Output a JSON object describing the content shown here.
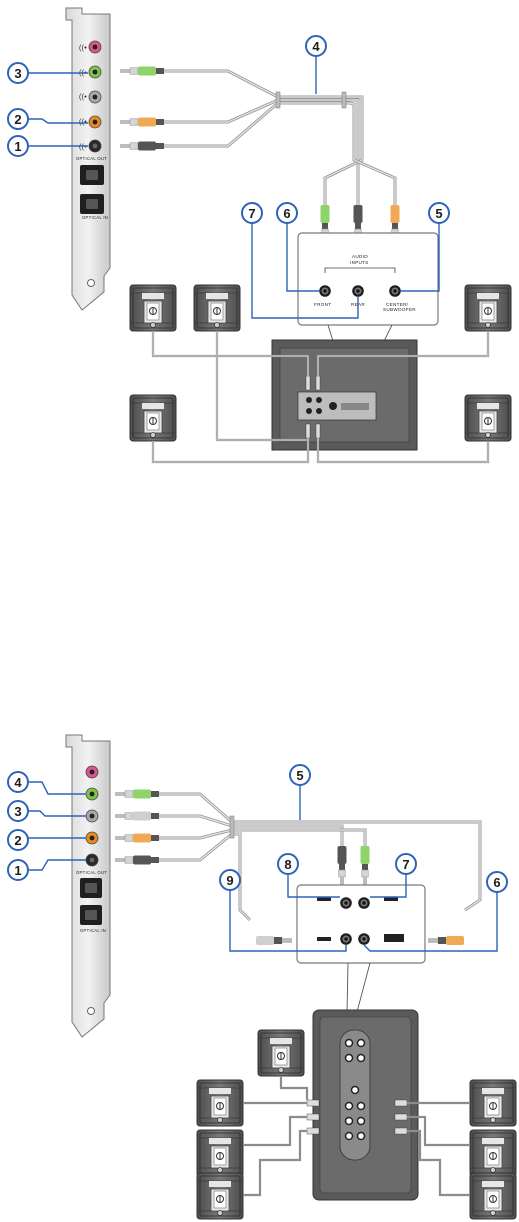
{
  "diagram1": {
    "badges": {
      "b1": "1",
      "b2": "2",
      "b3": "3",
      "b4": "4",
      "b5": "5",
      "b6": "6",
      "b7": "7"
    },
    "labels": {
      "optical_out": "OPTICAL OUT",
      "optical_in": "OPTICAL IN",
      "audio_inputs_1": "AUDIO",
      "audio_inputs_2": "INPUTS",
      "front": "FRONT",
      "rear": "REAR",
      "center_1": "CENTER/",
      "center_2": "SUBWOOFER"
    }
  },
  "diagram2": {
    "badges": {
      "b1": "1",
      "b2": "2",
      "b3": "3",
      "b4": "4",
      "b5": "5",
      "b6": "6",
      "b7": "7",
      "b8": "8",
      "b9": "9"
    },
    "labels": {
      "optical_out": "OPTICAL OUT",
      "optical_in": "OPTICAL IN"
    }
  },
  "colors": {
    "accent_blue": "#2e63b8",
    "jack_pink": "#d9558e",
    "jack_green": "#7fc24a",
    "jack_gray": "#a8a8a8",
    "jack_orange": "#e88a1f",
    "jack_black": "#2a2a2a"
  }
}
